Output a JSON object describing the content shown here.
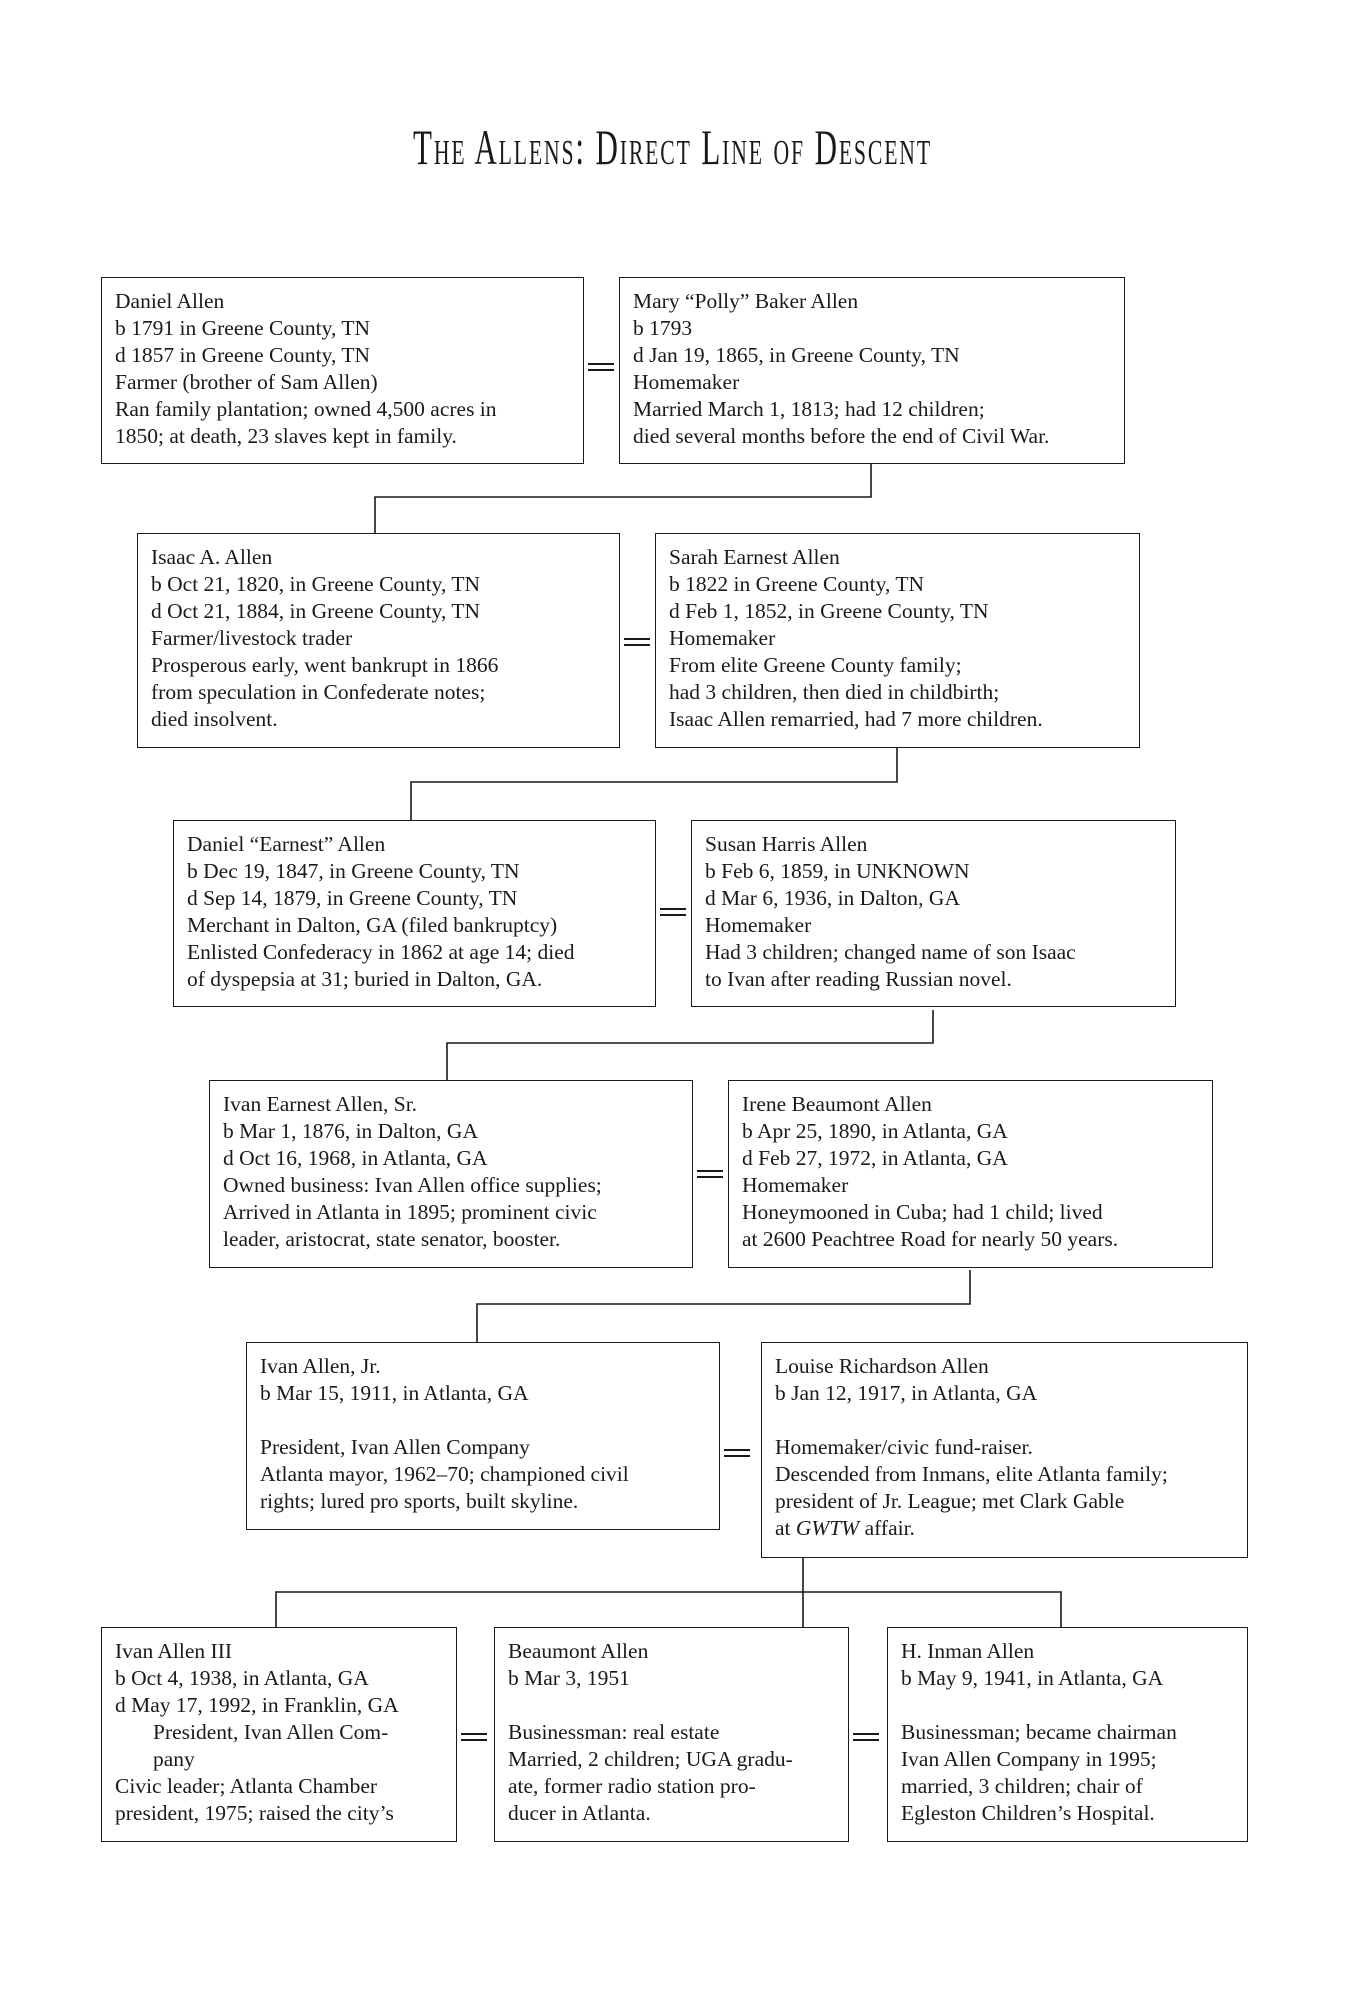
{
  "title": "The Allens: Direct Line of Descent",
  "generations": [
    {
      "person": {
        "name": "Daniel Allen",
        "born": "b 1791 in Greene County, TN",
        "died": "d 1857 in Greene County, TN",
        "occupation": "Farmer (brother of Sam Allen)",
        "notes": [
          "Ran family plantation; owned 4,500 acres in",
          "1850; at death, 23 slaves kept in family."
        ]
      },
      "spouse": {
        "name": "Mary “Polly” Baker Allen",
        "born": "b 1793",
        "died": "d Jan 19, 1865, in Greene County, TN",
        "occupation": "Homemaker",
        "notes": [
          "Married March 1, 1813; had 12 children;",
          "died several months before the end of Civil War."
        ]
      }
    },
    {
      "person": {
        "name": "Isaac A. Allen",
        "born": "b Oct 21, 1820, in Greene County, TN",
        "died": "d Oct 21, 1884, in Greene County, TN",
        "occupation": "Farmer/livestock trader",
        "notes": [
          "Prosperous early, went bankrupt in 1866",
          "from speculation in Confederate notes;",
          "died insolvent."
        ]
      },
      "spouse": {
        "name": "Sarah Earnest Allen",
        "born": "b 1822 in Greene County, TN",
        "died": "d Feb 1, 1852, in Greene County, TN",
        "occupation": "Homemaker",
        "notes": [
          "From elite Greene County family;",
          "had 3 children, then died in childbirth;",
          "Isaac Allen remarried, had 7 more children."
        ]
      }
    },
    {
      "person": {
        "name": "Daniel “Earnest” Allen",
        "born": "b Dec 19, 1847, in Greene County, TN",
        "died": "d Sep 14, 1879, in Greene County, TN",
        "occupation": "Merchant in Dalton, GA (filed bankruptcy)",
        "notes": [
          "Enlisted Confederacy in 1862 at age 14; died",
          "of dyspepsia at 31; buried in Dalton, GA."
        ]
      },
      "spouse": {
        "name": "Susan Harris Allen",
        "born": "b Feb 6, 1859, in UNKNOWN",
        "died": "d Mar 6, 1936, in Dalton, GA",
        "occupation": "Homemaker",
        "notes": [
          "Had 3 children; changed name of son Isaac",
          "to Ivan after reading Russian novel."
        ]
      }
    },
    {
      "person": {
        "name": "Ivan Earnest Allen, Sr.",
        "born": "b Mar 1, 1876, in Dalton, GA",
        "died": "d Oct 16, 1968, in Atlanta, GA",
        "occupation": "Owned business: Ivan Allen office supplies;",
        "notes": [
          "Arrived in Atlanta in 1895; prominent civic",
          "leader, aristocrat, state senator, booster."
        ]
      },
      "spouse": {
        "name": "Irene Beaumont Allen",
        "born": "b Apr 25, 1890, in Atlanta, GA",
        "died": "d Feb 27, 1972, in Atlanta, GA",
        "occupation": "Homemaker",
        "notes": [
          "Honeymooned in Cuba; had 1 child; lived",
          "at 2600 Peachtree Road for nearly 50 years."
        ]
      }
    },
    {
      "person": {
        "name": "Ivan Allen, Jr.",
        "born": "b Mar 15, 1911, in Atlanta, GA",
        "died": "",
        "occupation": "President, Ivan Allen Company",
        "notes": [
          "Atlanta mayor, 1962–70; championed civil",
          "rights; lured pro sports, built skyline."
        ]
      },
      "spouse": {
        "name": "Louise Richardson Allen",
        "born": "b Jan 12, 1917, in Atlanta, GA",
        "died": "",
        "occupation": "Homemaker/civic fund-raiser.",
        "notes": [
          "Descended from Inmans, elite Atlanta family;",
          "president of Jr. League; met Clark Gable"
        ],
        "last_prefix": "at ",
        "last_em": "GWTW",
        "last_suffix": " affair."
      }
    }
  ],
  "children": [
    {
      "name": "Ivan Allen III",
      "born": "b Oct 4, 1938, in Atlanta, GA",
      "died": "d May 17, 1992, in Franklin, GA",
      "occupation": [
        "President, Ivan Allen Com-",
        "pany"
      ],
      "notes": [
        "Civic leader; Atlanta Chamber",
        "president, 1975; raised the city’s"
      ]
    },
    {
      "name": "Beaumont Allen",
      "born": "b Mar 3, 1951",
      "died": "",
      "occupation": [
        "Businessman: real estate"
      ],
      "notes": [
        "Married, 2 children; UGA gradu-",
        "ate, former radio station pro-",
        "ducer in Atlanta."
      ]
    },
    {
      "name": "H. Inman Allen",
      "born": "b May 9, 1941, in Atlanta, GA",
      "died": "",
      "occupation": [
        "Businessman; became chairman"
      ],
      "notes": [
        "Ivan Allen Company in 1995;",
        "married, 3 children; chair of",
        "Egleston Children’s Hospital."
      ]
    }
  ]
}
